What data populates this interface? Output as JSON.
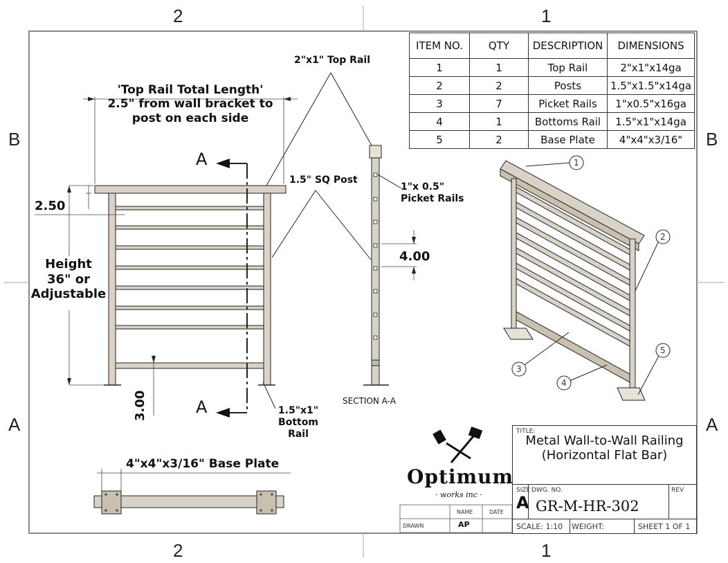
{
  "zones": {
    "top_left": "2",
    "top_right": "1",
    "bottom_left": "2",
    "bottom_right": "1",
    "left_top": "B",
    "left_bottom": "A",
    "right_top": "B",
    "right_bottom": "A"
  },
  "bom": {
    "headers": [
      "ITEM NO.",
      "QTY",
      "DESCRIPTION",
      "DIMENSIONS"
    ],
    "rows": [
      [
        "1",
        "1",
        "Top Rail",
        "2\"x1\"x14ga"
      ],
      [
        "2",
        "2",
        "Posts",
        "1.5\"x1.5\"x14ga"
      ],
      [
        "3",
        "7",
        "Picket Rails",
        "1\"x0.5\"x16ga"
      ],
      [
        "4",
        "1",
        "Bottoms Rail",
        "1.5\"x1\"x14ga"
      ],
      [
        "5",
        "2",
        "Base Plate",
        "4\"x4\"x3/16\""
      ]
    ]
  },
  "annotations": {
    "top_rail_total_length": "'Top Rail Total Length'",
    "wall_bracket_line1": "2.5\" from wall bracket to",
    "wall_bracket_line2": "post on each side",
    "dim_2_50": "2.50",
    "height_line1": "Height",
    "height_line2": "36\" or",
    "height_line3": "Adjustable",
    "dim_3_00": "3.00",
    "section_label_top": "A",
    "section_label_bottom": "A",
    "top_rail_callout": "2\"x1\" Top Rail",
    "sq_post_callout": "1.5\" SQ Post",
    "picket_line1": "1\"x 0.5\"",
    "picket_line2": "Picket Rails",
    "dim_4_00": "4.00",
    "section_caption": "SECTION A-A",
    "bottom_rail_line1": "1.5\"x1\"",
    "bottom_rail_line2": "Bottom",
    "bottom_rail_line3": "Rail",
    "base_plate_callout": "4\"x4\"x3/16\" Base Plate",
    "balloons": [
      "1",
      "2",
      "3",
      "4",
      "5"
    ]
  },
  "logo": {
    "name": "Optimum",
    "tagline": "· works inc ·"
  },
  "signoff": {
    "name_header": "NAME",
    "date_header": "DATE",
    "drawn_label": "DRAWN",
    "drawn_name": "AP"
  },
  "title_block": {
    "title_label": "TITLE:",
    "title": "Metal Wall-to-Wall Railing (Horizontal Flat Bar)",
    "size_label": "SIZE",
    "size": "A",
    "dwg_label": "DWG. NO.",
    "dwg_no": "GR-M-HR-302",
    "rev_label": "REV",
    "scale": "SCALE: 1:10",
    "weight": "WEIGHT:",
    "sheet": "SHEET 1 OF 1"
  }
}
